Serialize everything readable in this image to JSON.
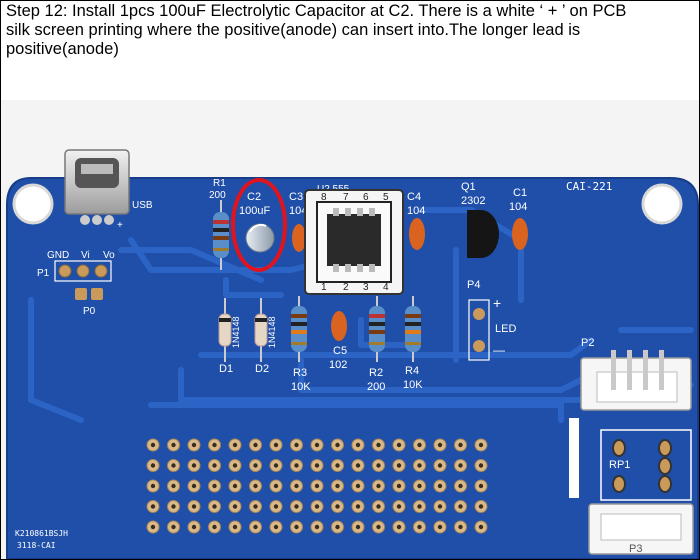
{
  "instruction": {
    "line1": "Step 12: Install 1pcs 100uF Electrolytic Capacitor at C2. There is a white ‘ + ’ on PCB",
    "line2": "silk screen printing where the positive(anode) can insert into.The longer lead is",
    "line3": "positive(anode)"
  },
  "pcb": {
    "board_name": "CAI-221",
    "usb": "USB",
    "p1": "P1",
    "gnd": "GND",
    "vi": "Vi",
    "vo": "Vo",
    "p0": "P0",
    "r1": "R1",
    "r1_value": "200",
    "c2": "C2",
    "c2_value": "100uF",
    "c3": "C3",
    "c3_value": "104",
    "u_label": "U2 555",
    "c4": "C4",
    "c4_value": "104",
    "q1": "Q1",
    "q1_value": "2302",
    "c1": "C1",
    "c1_value": "104",
    "p4": "P4",
    "plus": "+",
    "minus": "—",
    "led": "LED",
    "p2": "P2",
    "d1": "D1",
    "d2": "D2",
    "diode": "1N4148",
    "r3": "R3",
    "r3_value": "10K",
    "c5": "C5",
    "c5_value": "102",
    "r2": "R2",
    "r2_value": "200",
    "r4": "R4",
    "r4_value": "10K",
    "rp1": "RP1",
    "p3": "P3",
    "batch1": "K210861BSJH",
    "batch2": "3118-CAI",
    "ic_pin_top": [
      "8",
      "7",
      "6",
      "5"
    ],
    "ic_pin_bottom": [
      "1",
      "2",
      "3",
      "4"
    ]
  },
  "colors": {
    "pcb_blue": "#1f4fa8",
    "trace_blue": "#2b62c2",
    "highlight_ring": "#e0141e",
    "capacitor_body": "#c9d2dc",
    "ceramic_cap": "#d9631f",
    "resistor_body": "#5a8ec9",
    "socket": "#ffffff"
  }
}
